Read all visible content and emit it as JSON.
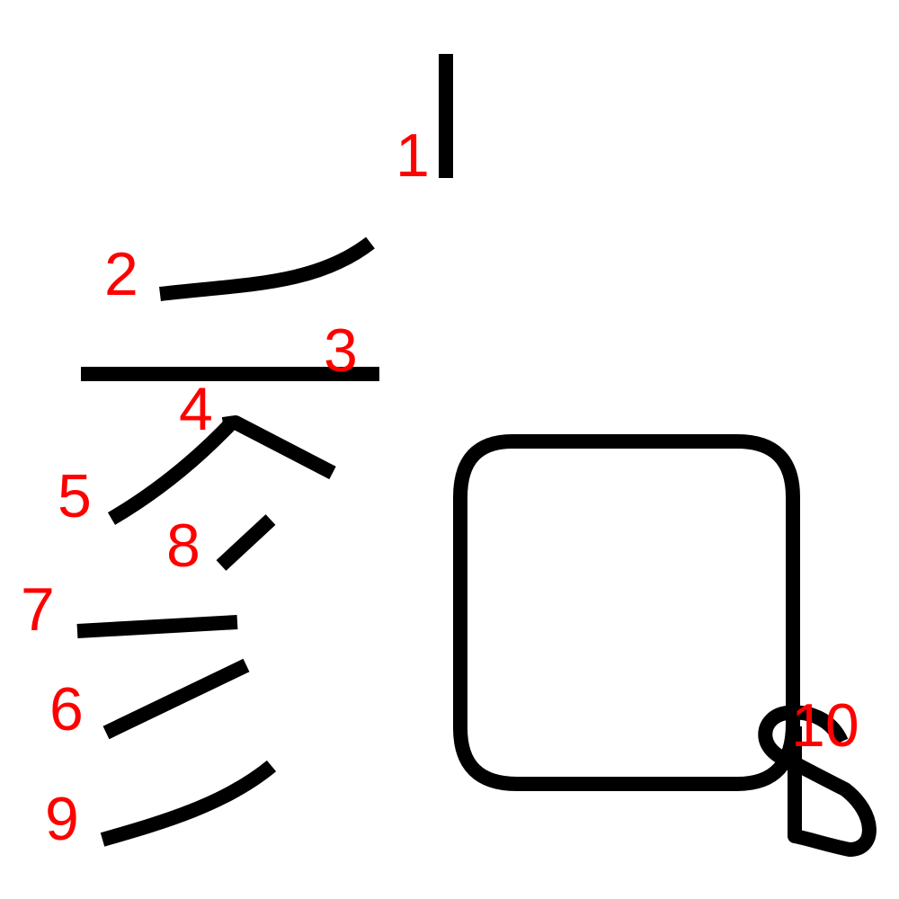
{
  "diagram": {
    "stroke_color": "#000000",
    "label_color": "#ff0000",
    "labels": [
      {
        "id": "1",
        "text": "1"
      },
      {
        "id": "2",
        "text": "2"
      },
      {
        "id": "3",
        "text": "3"
      },
      {
        "id": "4",
        "text": "4"
      },
      {
        "id": "5",
        "text": "5"
      },
      {
        "id": "6",
        "text": "6"
      },
      {
        "id": "7",
        "text": "7"
      },
      {
        "id": "8",
        "text": "8"
      },
      {
        "id": "9",
        "text": "9"
      },
      {
        "id": "10",
        "text": "10"
      }
    ]
  }
}
